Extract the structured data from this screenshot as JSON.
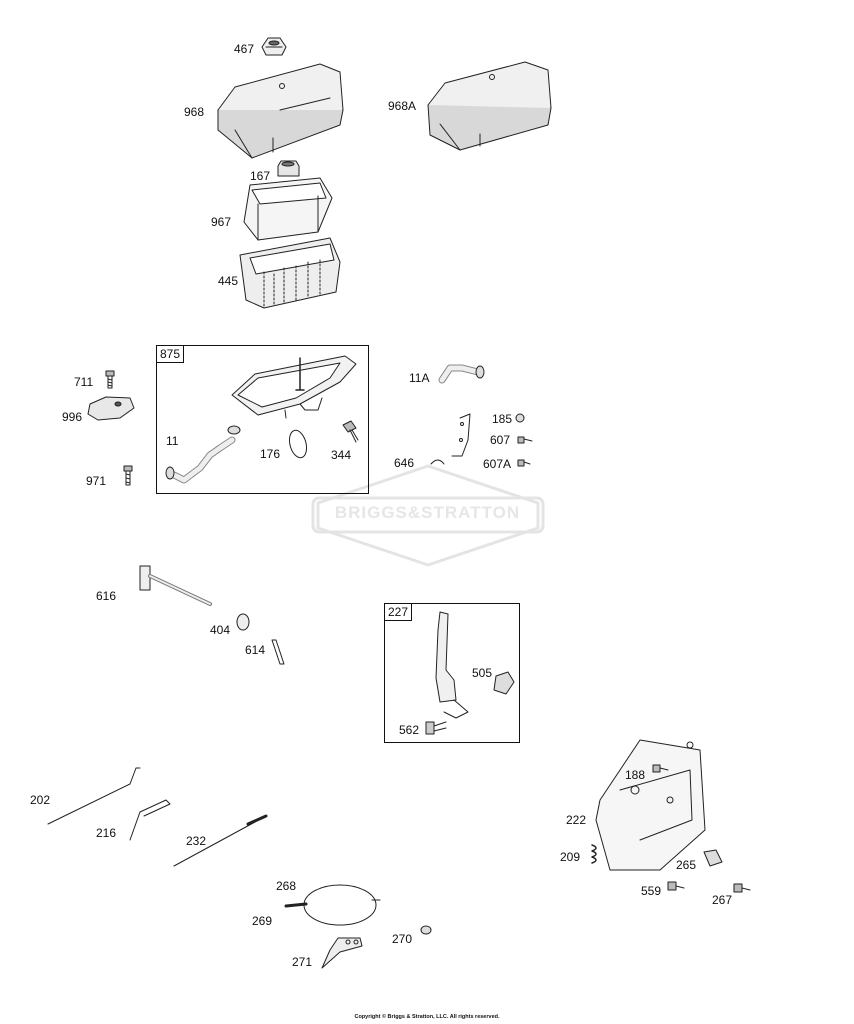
{
  "watermark": "BRIGGS&STRATTON",
  "copyright": "Copyright © Briggs & Stratton, LLC. All rights reserved.",
  "box_labels": {
    "b875": "875",
    "b227": "227"
  },
  "parts": {
    "p467": "467",
    "p968": "968",
    "p968A": "968A",
    "p167": "167",
    "p967": "967",
    "p445": "445",
    "p711": "711",
    "p996": "996",
    "p971": "971",
    "p11": "11",
    "p176": "176",
    "p344": "344",
    "p11A": "11A",
    "p185": "185",
    "p607": "607",
    "p607A": "607A",
    "p646": "646",
    "p616": "616",
    "p404": "404",
    "p614": "614",
    "p505": "505",
    "p562": "562",
    "p188": "188",
    "p222": "222",
    "p209": "209",
    "p265": "265",
    "p559": "559",
    "p267": "267",
    "p202": "202",
    "p216": "216",
    "p232": "232",
    "p268": "268",
    "p269": "269",
    "p270": "270",
    "p271": "271"
  }
}
